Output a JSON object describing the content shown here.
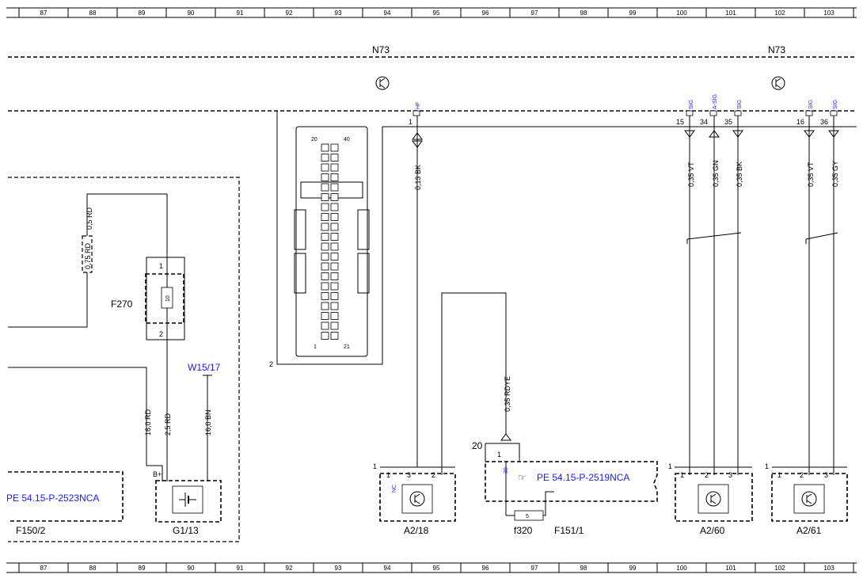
{
  "ruler": {
    "top_numbers": [
      "87",
      "88",
      "89",
      "90",
      "91",
      "92",
      "93",
      "94",
      "95",
      "96",
      "97",
      "98",
      "99",
      "100",
      "101",
      "102",
      "103"
    ]
  },
  "control_units": {
    "left": "N73",
    "right": "N73"
  },
  "connector": {
    "pin_top_left": "20",
    "pin_top_right": "40",
    "pin_bottom_left": "1",
    "pin_bottom_right": "21",
    "side_label": "2"
  },
  "pins": {
    "hf": {
      "tag": "HF",
      "num": "1",
      "wire": "0,13 BK"
    },
    "p15": {
      "tag": "SIG",
      "num": "15",
      "wire": "0,35 VT"
    },
    "p34": {
      "tag": "A-SIG",
      "num": "34",
      "wire": "0,35 GN"
    },
    "p35": {
      "tag": "SIG",
      "num": "35",
      "wire": "0,35 BK"
    },
    "p16": {
      "tag": "SIG",
      "num": "16",
      "wire": "0,35 VT"
    },
    "p36": {
      "tag": "SIG",
      "num": "36",
      "wire": "0,35 GY"
    }
  },
  "fuse_f270": {
    "label": "F270",
    "rating": "10",
    "pin1": "1",
    "pin2": "2"
  },
  "wires_left": {
    "w_075": "0,75 RD",
    "w_05": "0,5 RD",
    "w_16a": "16,0 RD",
    "w_25": "2,5 RD",
    "w_16b": "16,0 BN"
  },
  "w1517": "W15/17",
  "ref_left": "PE 54.15-P-2523NCA",
  "ref_mid": "PE 54.15-P-2519NCA",
  "g113": {
    "label": "G1/13",
    "plus": "B+"
  },
  "f150": "F150/2",
  "a218": {
    "label": "A2/18",
    "frame": "1",
    "p1": "1",
    "p3": "3",
    "p2": "2",
    "nc": "NC"
  },
  "f151": {
    "label": "F151/1",
    "frame": "20",
    "pin1": "1",
    "pin30": "30",
    "fuse": "f320",
    "fuse_rating": "5",
    "wire": "0,35 RDYE"
  },
  "a260": {
    "label": "A2/60",
    "frame": "1",
    "p1": "1",
    "p2": "2",
    "p3": "3"
  },
  "a261": {
    "label": "A2/61",
    "frame": "1",
    "p1": "1",
    "p2": "2",
    "p3": "3"
  }
}
